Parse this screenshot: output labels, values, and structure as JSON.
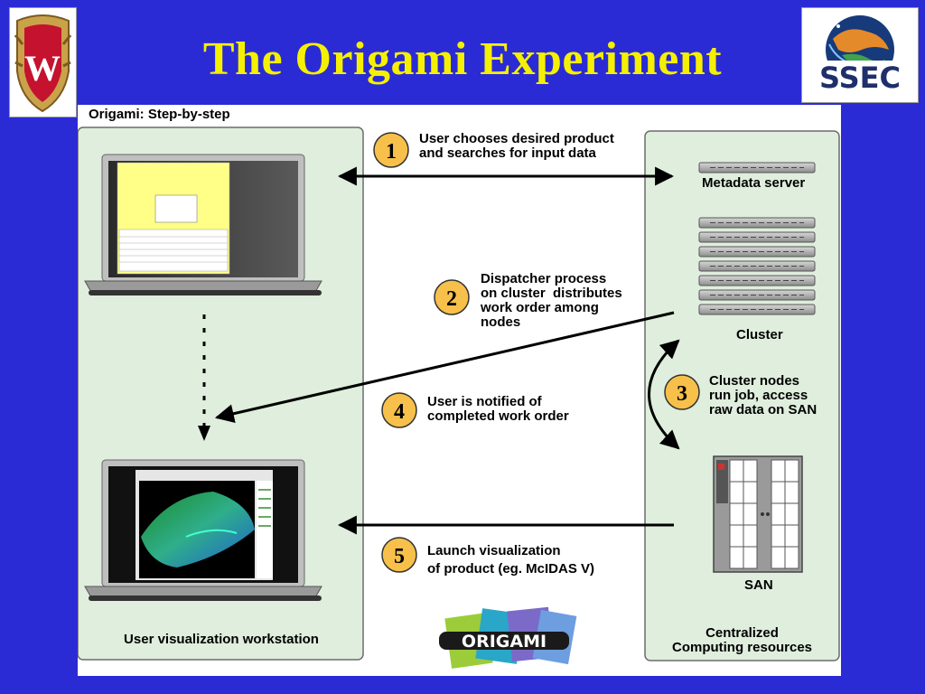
{
  "title": "The Origami Experiment",
  "diagram": {
    "subtitle": "Origami: Step-by-step",
    "steps": [
      {
        "number": "1",
        "text_lines": [
          "User chooses desired product",
          "and searches for input data"
        ]
      },
      {
        "number": "2",
        "text_lines": [
          "Dispatcher process",
          "on cluster  distributes",
          "work order among",
          "nodes"
        ]
      },
      {
        "number": "3",
        "text_lines": [
          "Cluster nodes",
          "run job, access",
          "raw data on SAN"
        ]
      },
      {
        "number": "4",
        "text_lines": [
          "User is notified of",
          "completed work order"
        ]
      },
      {
        "number": "5",
        "text_lines": [
          "Launch visualization",
          "of product (eg. McIDAS V)"
        ]
      }
    ],
    "labels": {
      "metadata_server": "Metadata server",
      "cluster": "Cluster",
      "san": "SAN",
      "workstation": "User visualization workstation",
      "central_line1": "Centralized",
      "central_line2": "Computing resources"
    },
    "logos": {
      "ssec": "SSEC",
      "origami": "ORIGAMI",
      "university": "W"
    }
  },
  "colors": {
    "background": "#2b2bd6",
    "title": "#f5f000",
    "panel_fill": "#dfeedd",
    "step_circle": "#f7c04a"
  }
}
